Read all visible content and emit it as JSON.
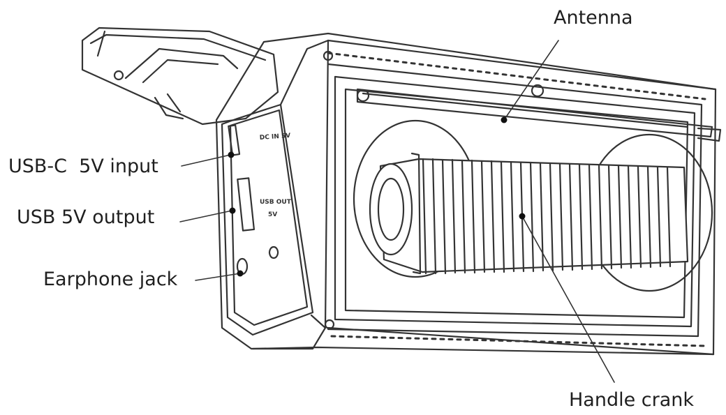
{
  "labels": {
    "antenna": "Antenna",
    "usb_c_input": "USB-C  5V input",
    "usb_output": "USB 5V output",
    "earphone_jack": "Earphone jack",
    "handle_crank": "Handle crank"
  },
  "panel": {
    "dc_in": "DC IN 5V",
    "usb_out_line1": "USB OUT",
    "usb_out_line2": "5V"
  },
  "colors": {
    "line": "#333333",
    "text": "#1f1f1f",
    "background": "#ffffff"
  }
}
